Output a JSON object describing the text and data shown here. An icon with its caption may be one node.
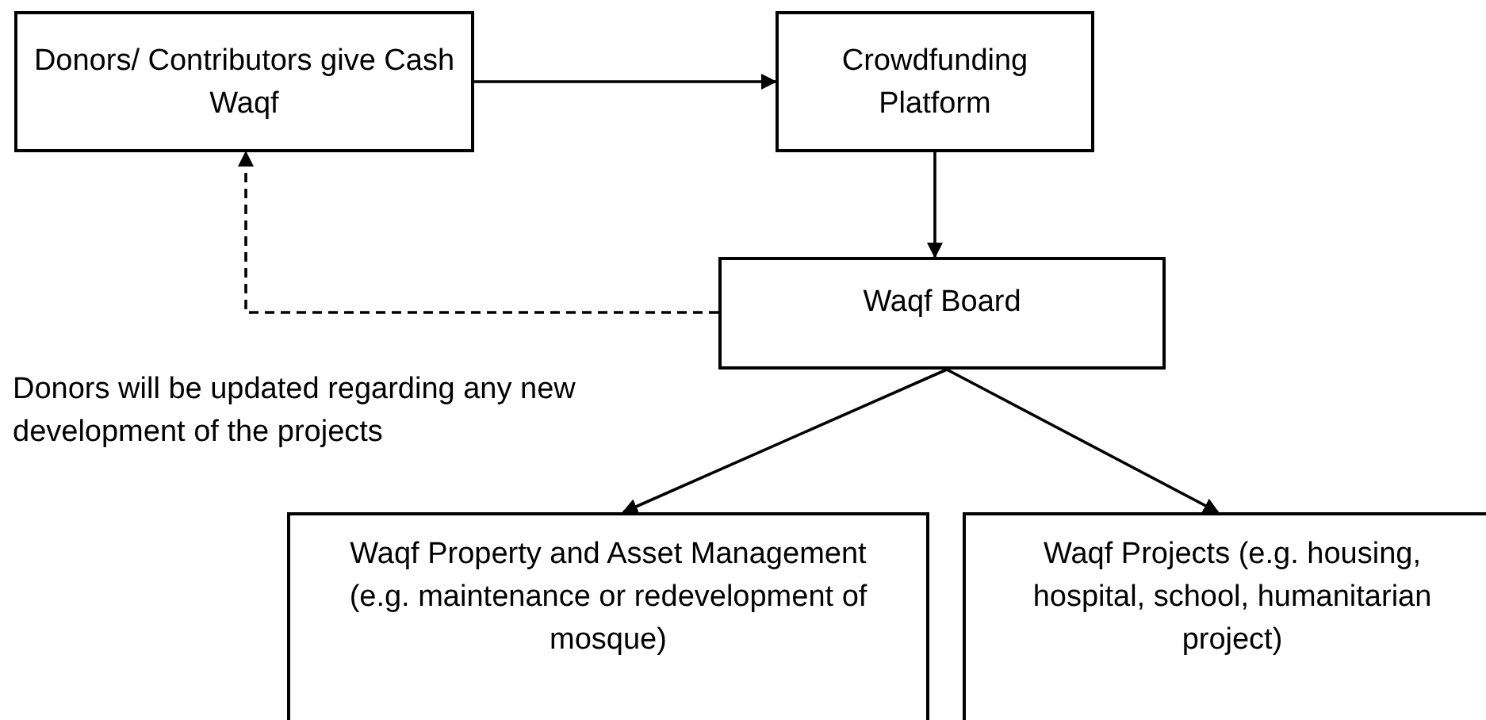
{
  "diagram": {
    "nodes": [
      {
        "text": [
          "Donors/ Contributors give Cash Waqf"
        ]
      },
      {
        "text": [
          "Crowdfunding Platform"
        ]
      },
      {
        "text": [
          "Waqf Board"
        ]
      },
      {
        "text": [
          "Waqf Property and Asset Management (e.g. maintenance or redevelopment of mosque)"
        ]
      },
      {
        "text": [
          "Waqf Projects (e.g. housing, hospital, school, humanitarian project)"
        ]
      }
    ],
    "edges": [
      {
        "from": 0,
        "to": 1,
        "arrow": "to"
      },
      {
        "from": 1,
        "to": 2,
        "arrow": "to"
      },
      {
        "from": 2,
        "to": 0,
        "arrow": "to",
        "style": "dashed"
      },
      {
        "from": 2,
        "to": 3,
        "arrow": "to"
      },
      {
        "from": 2,
        "to": 4,
        "arrow": "to"
      }
    ],
    "labels": [
      "Donors will be updated regarding any new development of the projects"
    ]
  }
}
